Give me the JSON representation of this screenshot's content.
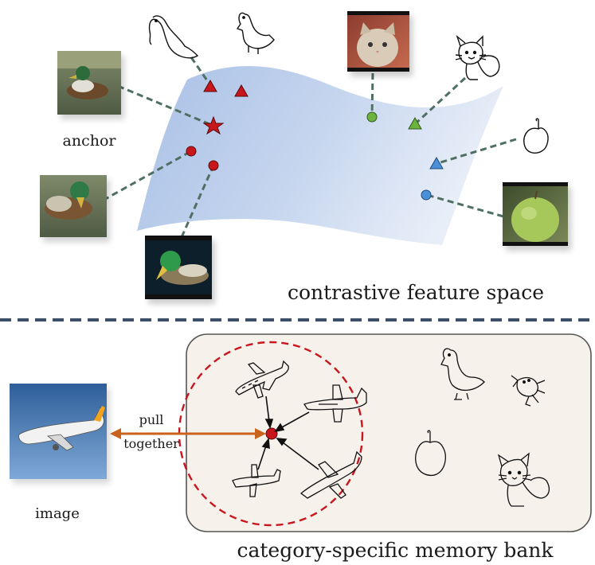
{
  "top_panel": {
    "caption": "contrastive feature space",
    "anchor_label": "anchor",
    "colors": {
      "duck_class": "#c8161d",
      "cat_class": "#6db33f",
      "apple_class": "#4a90d9",
      "connector": "#4f6f62",
      "surface_light": "#b8cbe8",
      "surface_dark": "#e6edf8"
    },
    "photos": [
      {
        "name": "duck-photo-anchor",
        "subject": "duck"
      },
      {
        "name": "duck-photo-left",
        "subject": "duck"
      },
      {
        "name": "duck-photo-bottom",
        "subject": "mallard duck"
      },
      {
        "name": "kitten-photo",
        "subject": "kitten"
      },
      {
        "name": "apple-photo",
        "subject": "green apple"
      }
    ],
    "sketches": [
      "duck-sketch",
      "duck-sketch",
      "cat-sketch",
      "apple-sketch"
    ]
  },
  "bottom_panel": {
    "caption": "category-specific memory bank",
    "image_label": "image",
    "pull_label_line1": "pull",
    "pull_label_line2": "together",
    "colors": {
      "arrow": "#c8621c",
      "cluster_circle": "#c8161d",
      "memory_bank_fill": "#f7f1ec",
      "memory_bank_border": "#555555"
    },
    "photo": {
      "name": "airplane-photo",
      "subject": "airplane"
    },
    "sketches": [
      "airplane-sketch",
      "airplane-sketch",
      "airplane-sketch",
      "airplane-sketch",
      "duck-sketch",
      "frog-sketch",
      "apple-sketch",
      "cat-sketch"
    ]
  },
  "divider": {
    "color": "#3d4f66"
  }
}
